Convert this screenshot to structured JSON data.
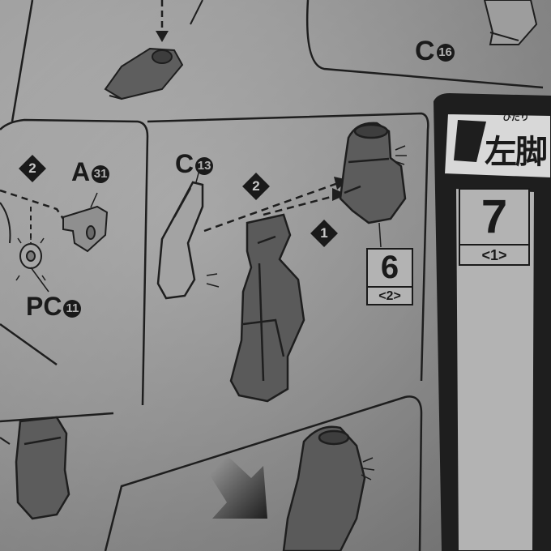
{
  "labels": {
    "part_c16_letter": "C",
    "part_c16_num": "16",
    "part_a31_letter": "A",
    "part_a31_num": "31",
    "part_pc11_letter": "PC",
    "part_pc11_num": "11",
    "part_c13_letter": "C",
    "part_c13_num": "13"
  },
  "step_markers": {
    "left_panel": "2",
    "upper": "2",
    "lower": "1"
  },
  "count_box_small": {
    "number": "6",
    "sub": "<2>"
  },
  "count_box_large": {
    "number": "7",
    "sub": "<1>"
  },
  "header_tab": {
    "ruby": "ひだり",
    "text": "左脚"
  }
}
